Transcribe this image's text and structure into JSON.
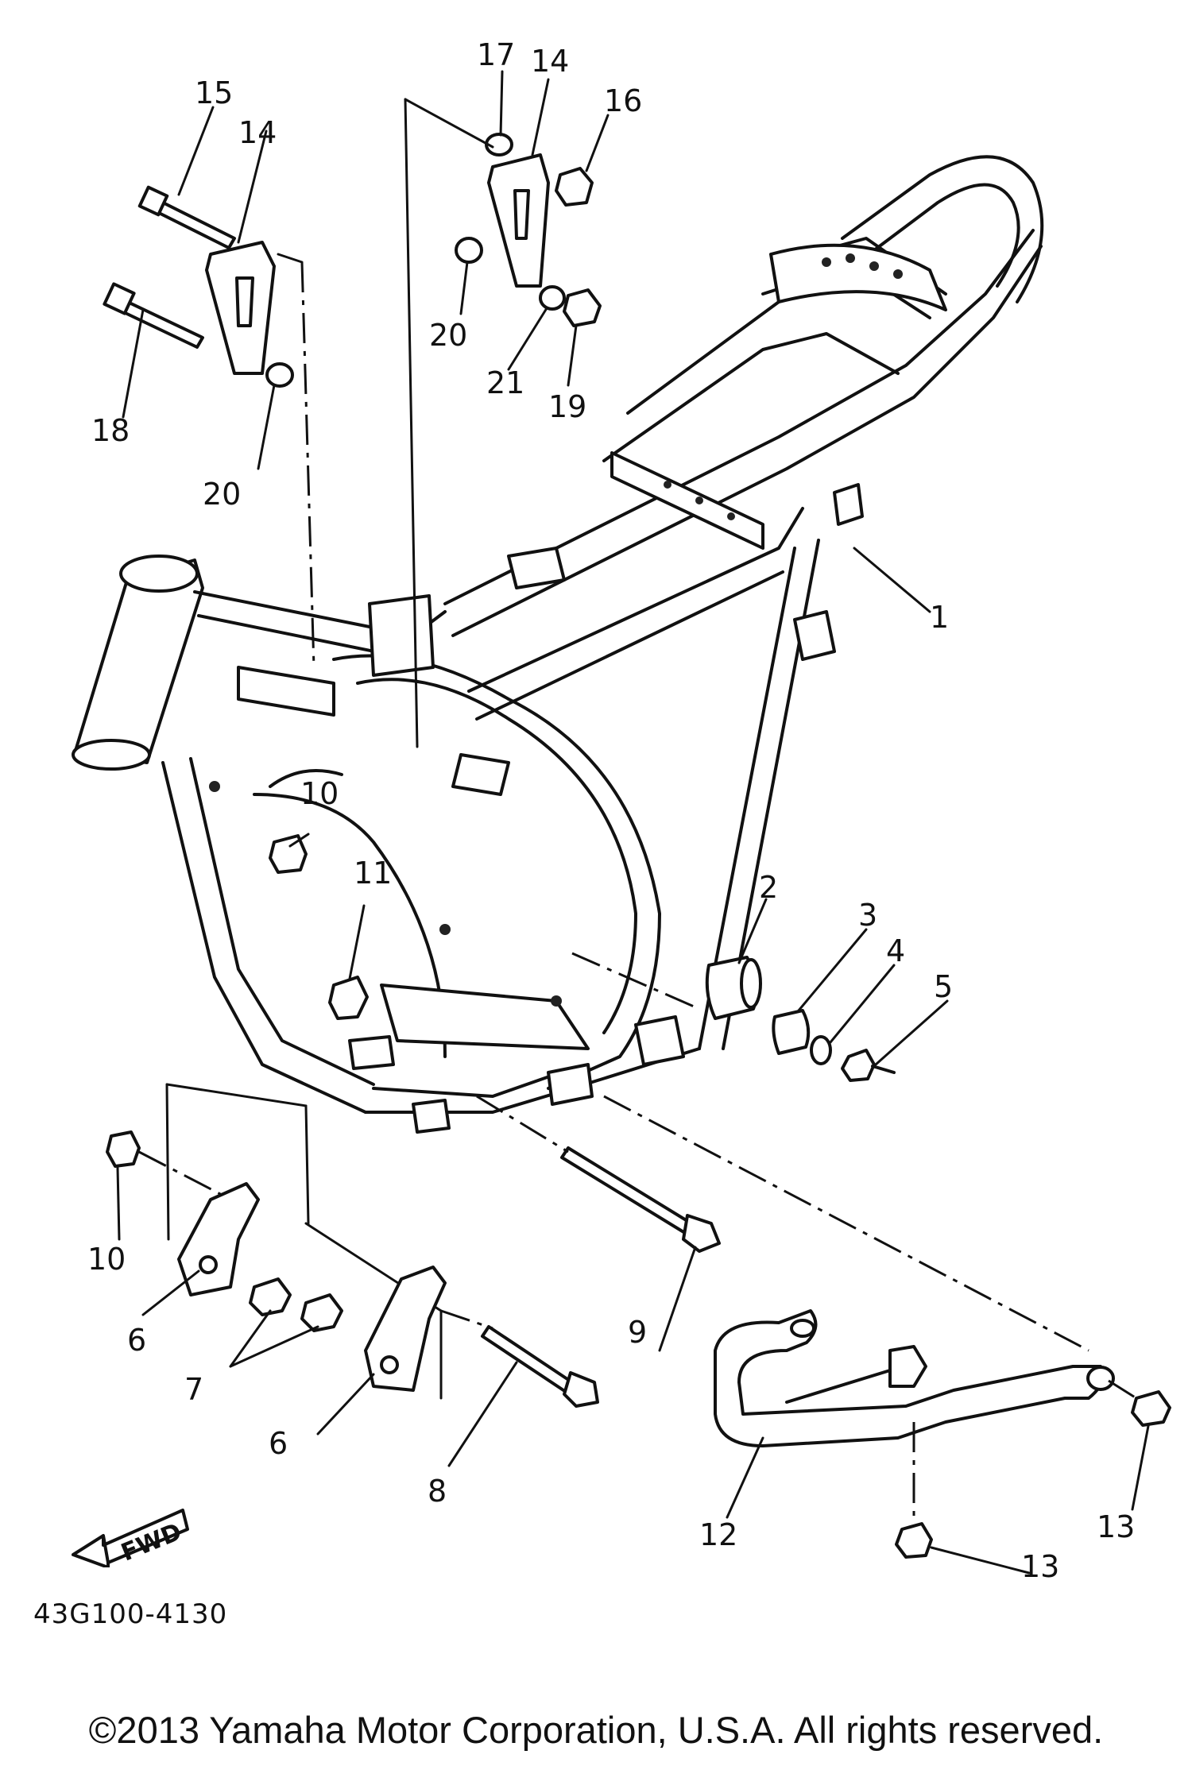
{
  "callouts": [
    {
      "id": "1",
      "text": "1"
    },
    {
      "id": "2",
      "text": "2"
    },
    {
      "id": "3",
      "text": "3"
    },
    {
      "id": "4",
      "text": "4"
    },
    {
      "id": "5",
      "text": "5"
    },
    {
      "id": "6a",
      "text": "6"
    },
    {
      "id": "6b",
      "text": "6"
    },
    {
      "id": "7",
      "text": "7"
    },
    {
      "id": "8",
      "text": "8"
    },
    {
      "id": "9",
      "text": "9"
    },
    {
      "id": "10a",
      "text": "10"
    },
    {
      "id": "10b",
      "text": "10"
    },
    {
      "id": "11",
      "text": "11"
    },
    {
      "id": "12",
      "text": "12"
    },
    {
      "id": "13a",
      "text": "13"
    },
    {
      "id": "13b",
      "text": "13"
    },
    {
      "id": "14a",
      "text": "14"
    },
    {
      "id": "14b",
      "text": "14"
    },
    {
      "id": "15",
      "text": "15"
    },
    {
      "id": "16",
      "text": "16"
    },
    {
      "id": "17",
      "text": "17"
    },
    {
      "id": "18",
      "text": "18"
    },
    {
      "id": "19",
      "text": "19"
    },
    {
      "id": "20a",
      "text": "20"
    },
    {
      "id": "20b",
      "text": "20"
    },
    {
      "id": "21",
      "text": "21"
    }
  ],
  "fwd_label": "FWD",
  "diagram_code": "43G100-4130",
  "copyright": "©2013 Yamaha Motor Corporation, U.S.A. All rights reserved."
}
